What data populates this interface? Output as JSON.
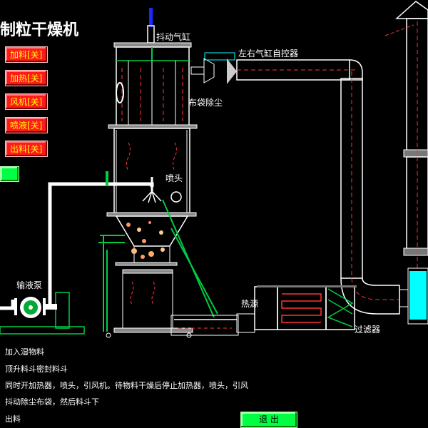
{
  "title": "制粒干燥机",
  "controls": {
    "feed": "加料[关]",
    "heat": "加热[关]",
    "fan": "风机[关]",
    "spray": "喷液[关]",
    "discharge": "出料[关]"
  },
  "labels": {
    "shaker": "抖动气缸",
    "lr_cylinder": "左右气缸自控器",
    "bag_filter": "布袋除尘",
    "nozzle": "喷头",
    "pump": "输液泵",
    "heat_source": "热源",
    "filter": "过滤器"
  },
  "steps": [
    "加入湿物料",
    "顶升料斗密封料斗",
    "同时开加热器，喷头，引风机。待物料干燥后停止加热器，喷头，引风",
    "抖动除尘布袋，然后料斗下",
    "出料"
  ],
  "exit_button": "退 出",
  "colors": {
    "button_red": "#ff1a1a",
    "button_text": "#ffff00",
    "button_green": "#00ff44",
    "pipe_white": "#ffffff",
    "frame_green": "#00cc44",
    "flow_red": "#ff3333",
    "fan_cyan": "#00ffff"
  }
}
